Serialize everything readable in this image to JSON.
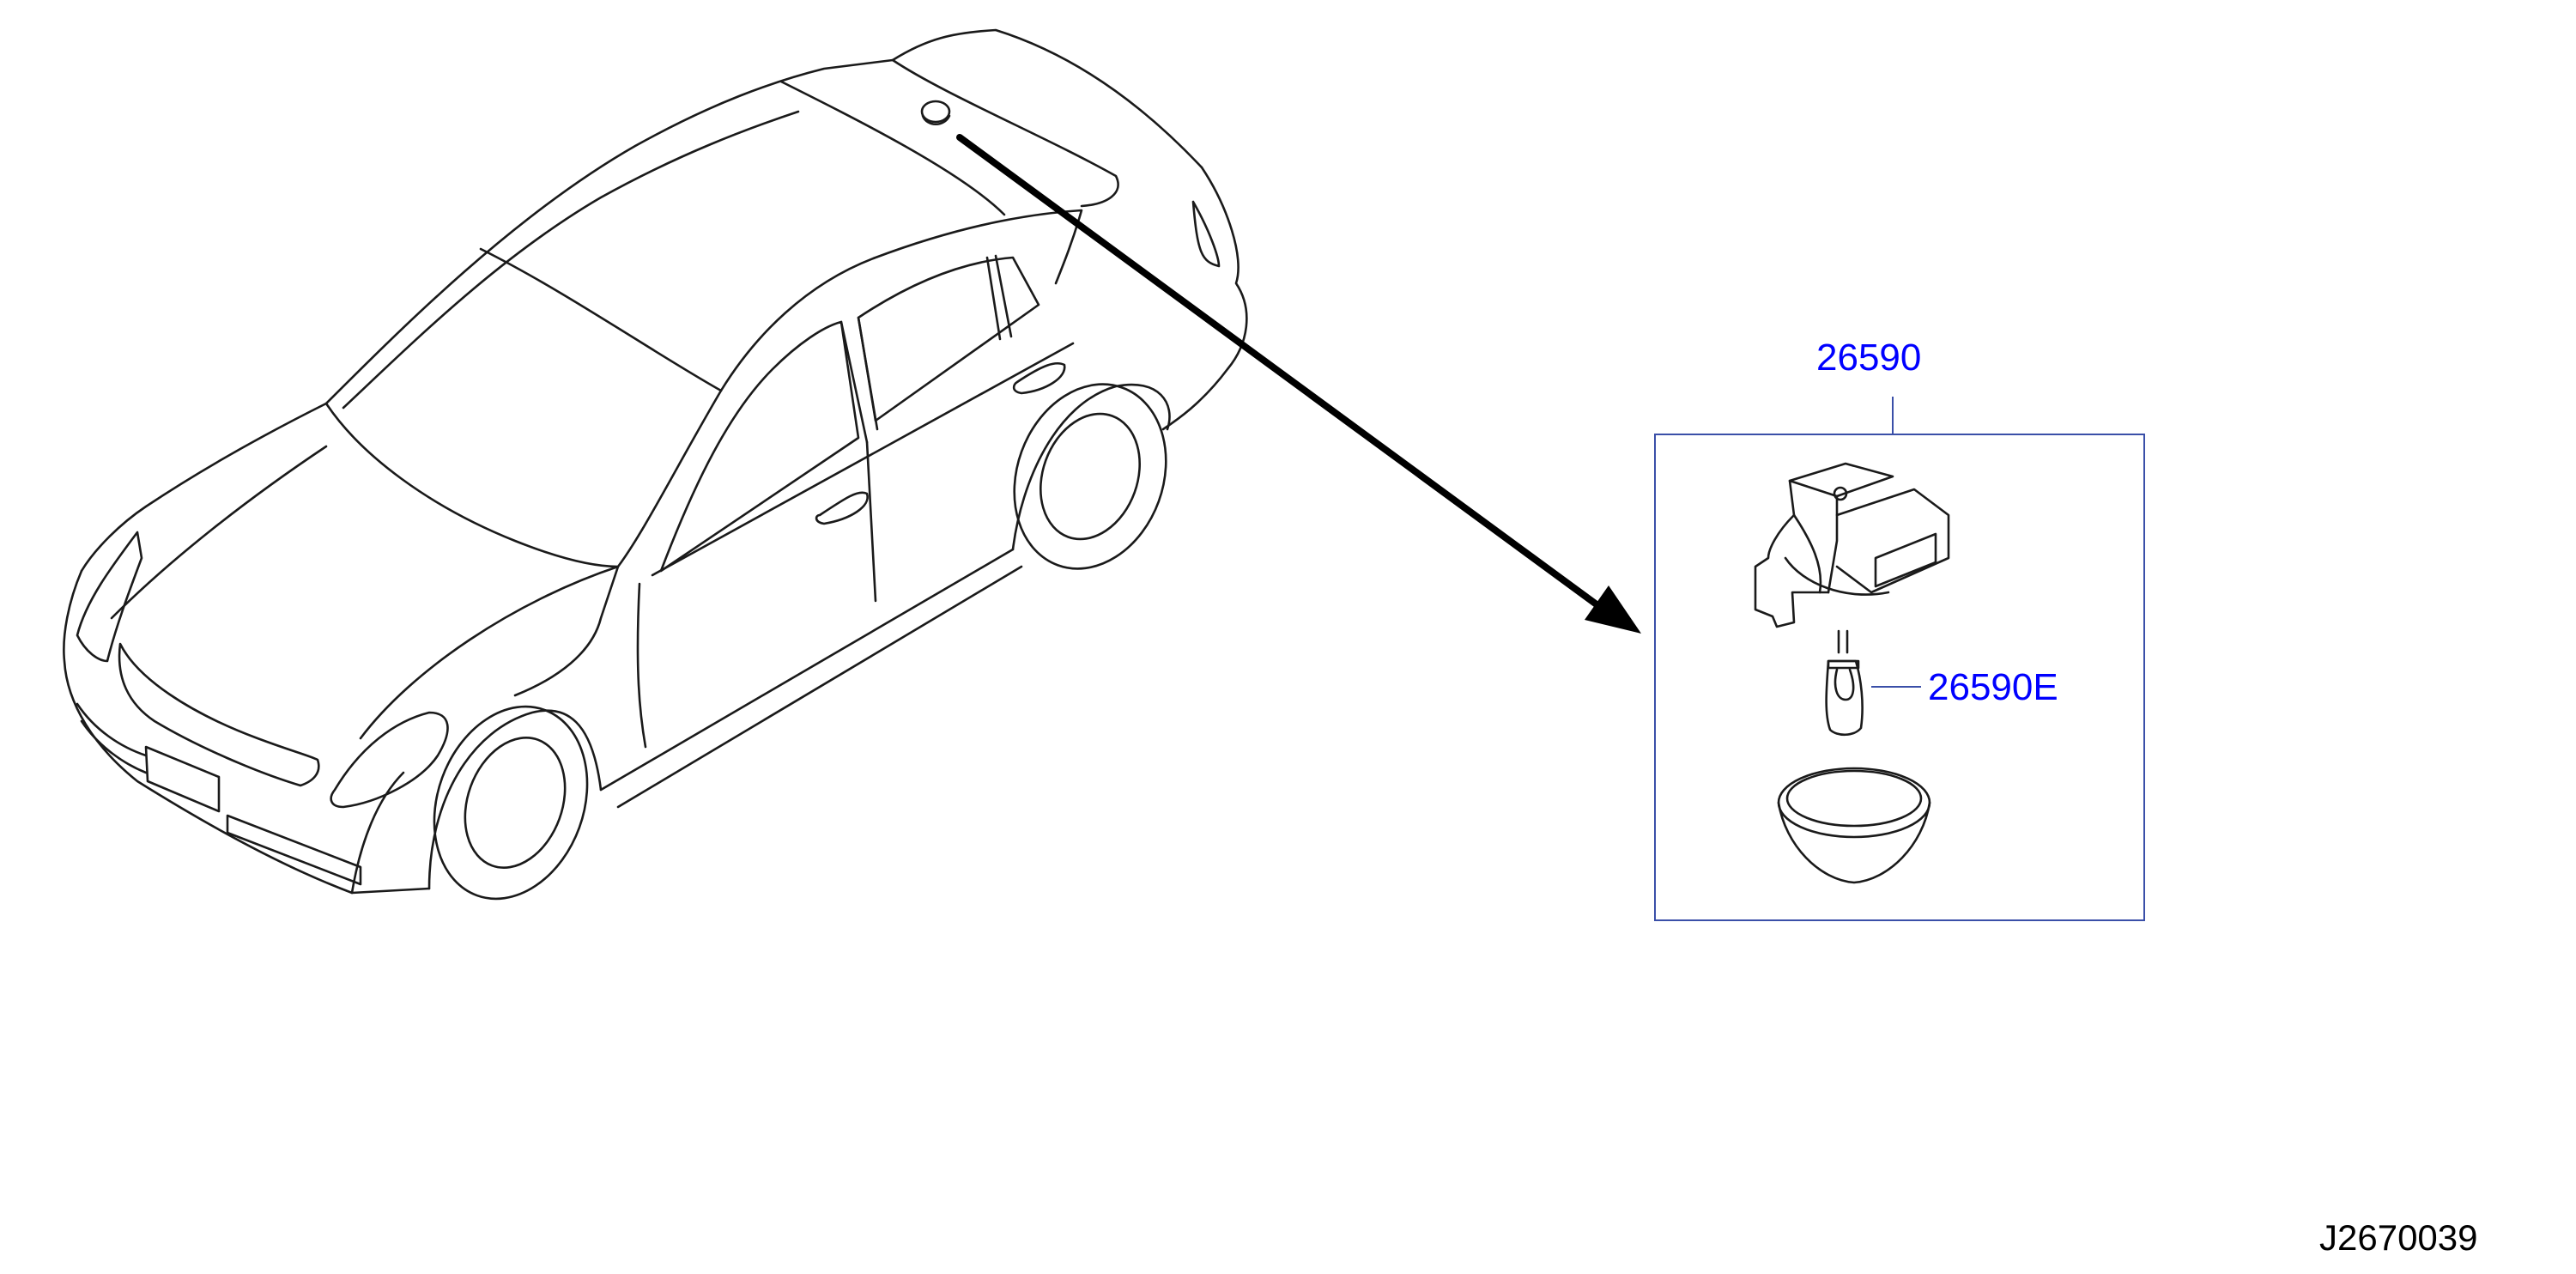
{
  "diagram": {
    "part_numbers": {
      "lamp_assembly": "26590",
      "bulb": "26590E"
    },
    "diagram_id": "J2670039"
  },
  "colors": {
    "line_art": "#1a1a1a",
    "callout": "#0000ff",
    "callout_box": "#3a4fa8",
    "arrow": "#000000"
  }
}
